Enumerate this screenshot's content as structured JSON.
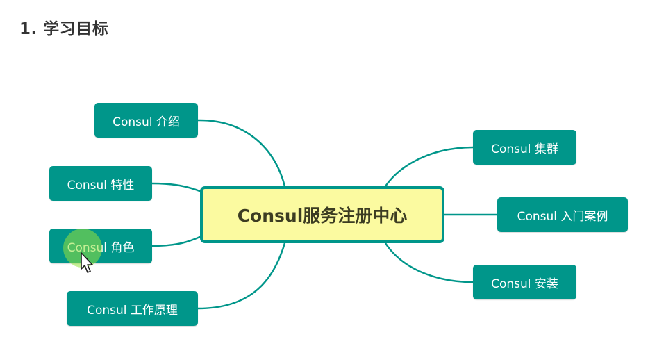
{
  "heading": "1. 学习目标",
  "diagram": {
    "center": "Consul服务注册中心",
    "left_nodes": [
      "Consul 介绍",
      "Consul 特性",
      "Consul 角色",
      "Consul 工作原理"
    ],
    "right_nodes": [
      "Consul 集群",
      "Consul 入门案例",
      "Consul 安装"
    ]
  },
  "colors": {
    "node_fill": "#00968a",
    "center_fill": "#fbfaa0",
    "connector": "#00968a",
    "cursor_highlight": "#96e13c"
  },
  "icons": {
    "cursor": "mouse-pointer-icon"
  }
}
